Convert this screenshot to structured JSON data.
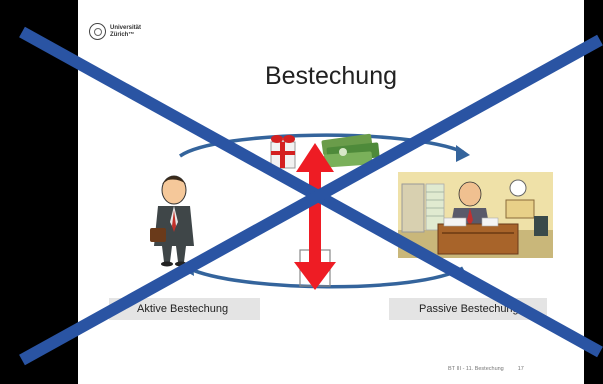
{
  "university": {
    "line1": "Universität",
    "line2": "Zürich™"
  },
  "slide": {
    "title": "Bestechung",
    "label_active": "Aktive Bestechung",
    "label_passive": "Passive Bestechung",
    "footer_text": "BT III - 11. Bestechung",
    "page_number": "17"
  },
  "colors": {
    "cross": "#2a54a3",
    "arrow_red": "#ee1c24",
    "cycle_blue": "#34649c",
    "label_bg": "#e4e4e4"
  },
  "icons": [
    "gift-icon",
    "money-icon",
    "businessman-icon",
    "office-official-icon"
  ]
}
